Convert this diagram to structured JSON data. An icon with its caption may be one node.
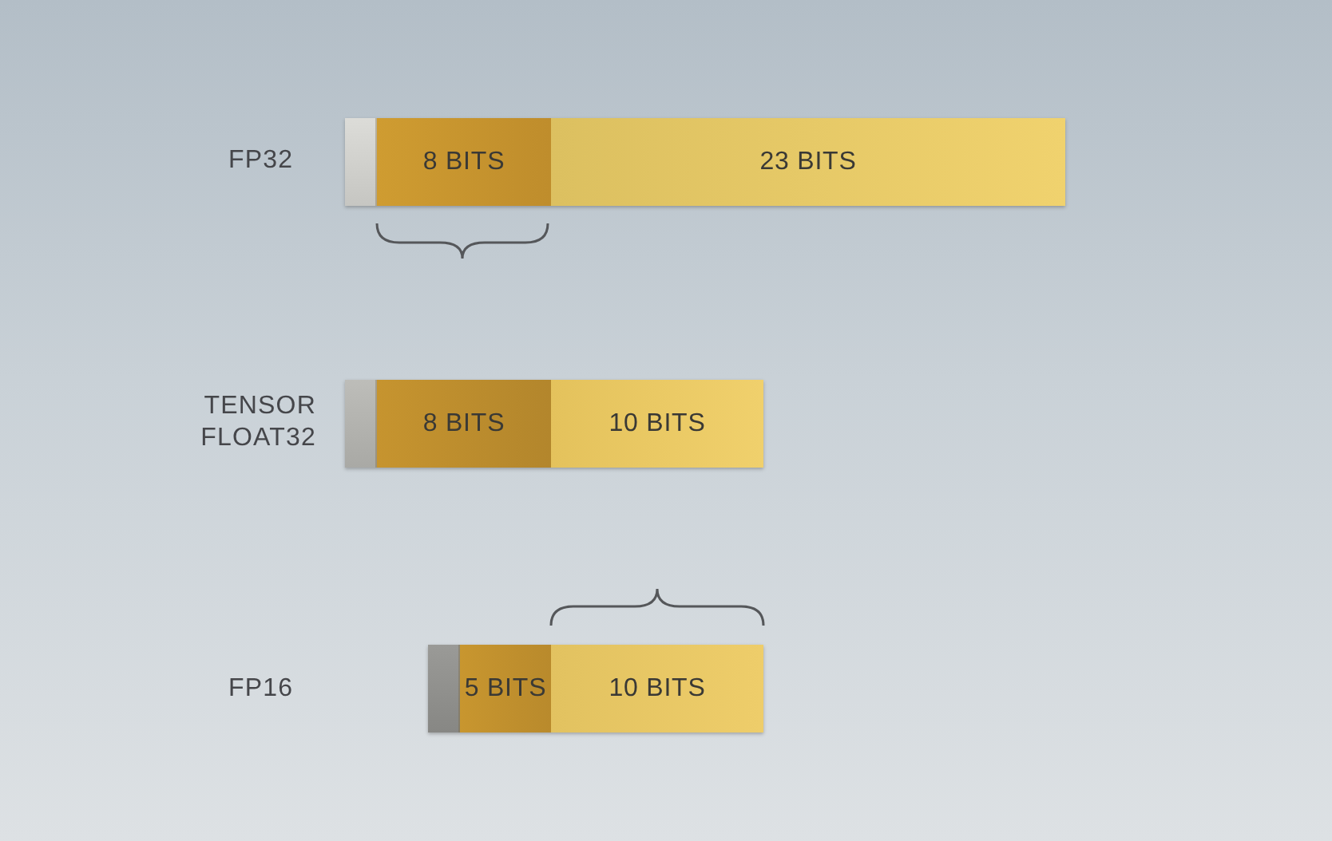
{
  "diagram": {
    "nodes": [
      {
        "text": [],
        "shape": "bar"
      },
      {
        "text": [],
        "shape": "box",
        "in": 0
      },
      {
        "text": [
          "8 BITS"
        ],
        "in": 0
      },
      {
        "text": [
          "23 BITS"
        ],
        "in": 0
      },
      {
        "text": [],
        "shape": "bar"
      },
      {
        "text": [],
        "shape": "box",
        "in": 4
      },
      {
        "text": [
          "8 BITS"
        ],
        "in": 4
      },
      {
        "text": [
          "10 BITS"
        ],
        "in": 4
      },
      {
        "text": [],
        "shape": "bar"
      },
      {
        "text": [],
        "shape": "box",
        "in": 8
      },
      {
        "text": [
          "5 BITS"
        ],
        "in": 8
      },
      {
        "text": [
          "10 BITS"
        ],
        "in": 8
      }
    ],
    "labels": [
      "FP32",
      "TENSOR FLOAT32",
      "FP16"
    ]
  }
}
